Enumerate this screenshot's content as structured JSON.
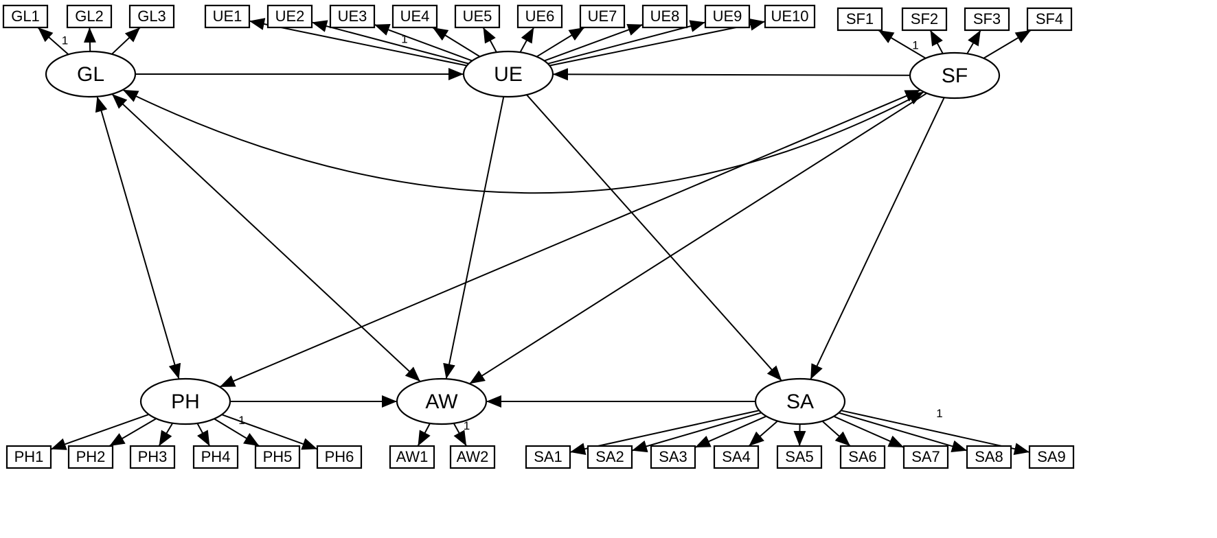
{
  "latents": [
    {
      "id": "GL",
      "label": "GL"
    },
    {
      "id": "UE",
      "label": "UE"
    },
    {
      "id": "SF",
      "label": "SF"
    },
    {
      "id": "PH",
      "label": "PH"
    },
    {
      "id": "AW",
      "label": "AW"
    },
    {
      "id": "SA",
      "label": "SA"
    }
  ],
  "indicators": [
    {
      "id": "GL1",
      "label": "GL1",
      "factor": "GL"
    },
    {
      "id": "GL2",
      "label": "GL2",
      "factor": "GL"
    },
    {
      "id": "GL3",
      "label": "GL3",
      "factor": "GL"
    },
    {
      "id": "UE1",
      "label": "UE1",
      "factor": "UE"
    },
    {
      "id": "UE2",
      "label": "UE2",
      "factor": "UE"
    },
    {
      "id": "UE3",
      "label": "UE3",
      "factor": "UE"
    },
    {
      "id": "UE4",
      "label": "UE4",
      "factor": "UE"
    },
    {
      "id": "UE5",
      "label": "UE5",
      "factor": "UE"
    },
    {
      "id": "UE6",
      "label": "UE6",
      "factor": "UE"
    },
    {
      "id": "UE7",
      "label": "UE7",
      "factor": "UE"
    },
    {
      "id": "UE8",
      "label": "UE8",
      "factor": "UE"
    },
    {
      "id": "UE9",
      "label": "UE9",
      "factor": "UE"
    },
    {
      "id": "UE10",
      "label": "UE10",
      "factor": "UE"
    },
    {
      "id": "SF1",
      "label": "SF1",
      "factor": "SF"
    },
    {
      "id": "SF2",
      "label": "SF2",
      "factor": "SF"
    },
    {
      "id": "SF3",
      "label": "SF3",
      "factor": "SF"
    },
    {
      "id": "SF4",
      "label": "SF4",
      "factor": "SF"
    },
    {
      "id": "PH1",
      "label": "PH1",
      "factor": "PH"
    },
    {
      "id": "PH2",
      "label": "PH2",
      "factor": "PH"
    },
    {
      "id": "PH3",
      "label": "PH3",
      "factor": "PH"
    },
    {
      "id": "PH4",
      "label": "PH4",
      "factor": "PH"
    },
    {
      "id": "PH5",
      "label": "PH5",
      "factor": "PH"
    },
    {
      "id": "PH6",
      "label": "PH6",
      "factor": "PH"
    },
    {
      "id": "AW1",
      "label": "AW1",
      "factor": "AW"
    },
    {
      "id": "AW2",
      "label": "AW2",
      "factor": "AW"
    },
    {
      "id": "SA1",
      "label": "SA1",
      "factor": "SA"
    },
    {
      "id": "SA2",
      "label": "SA2",
      "factor": "SA"
    },
    {
      "id": "SA3",
      "label": "SA3",
      "factor": "SA"
    },
    {
      "id": "SA4",
      "label": "SA4",
      "factor": "SA"
    },
    {
      "id": "SA5",
      "label": "SA5",
      "factor": "SA"
    },
    {
      "id": "SA6",
      "label": "SA6",
      "factor": "SA"
    },
    {
      "id": "SA7",
      "label": "SA7",
      "factor": "SA"
    },
    {
      "id": "SA8",
      "label": "SA8",
      "factor": "SA"
    },
    {
      "id": "SA9",
      "label": "SA9",
      "factor": "SA"
    }
  ],
  "fixed_loadings": [
    {
      "from": "GL",
      "to": "GL1",
      "label": "1"
    },
    {
      "from": "UE",
      "to": "UE2",
      "label": "1"
    },
    {
      "from": "SF",
      "to": "SF1",
      "label": "1"
    },
    {
      "from": "PH",
      "to": "PH6",
      "label": "1"
    },
    {
      "from": "AW",
      "to": "AW2",
      "label": "1"
    },
    {
      "from": "SA",
      "to": "SA9",
      "label": "1"
    }
  ],
  "structural_paths": [
    {
      "from": "GL",
      "to": "UE",
      "type": "directed"
    },
    {
      "from": "SF",
      "to": "UE",
      "type": "directed"
    },
    {
      "from": "UE",
      "to": "AW",
      "type": "directed"
    },
    {
      "from": "UE",
      "to": "SA",
      "type": "directed"
    },
    {
      "from": "SF",
      "to": "AW",
      "type": "directed"
    },
    {
      "from": "SF",
      "to": "SA",
      "type": "directed"
    },
    {
      "from": "PH",
      "to": "AW",
      "type": "directed"
    },
    {
      "from": "SA",
      "to": "AW",
      "type": "directed"
    },
    {
      "from": "GL",
      "to": "PH",
      "type": "covariance"
    },
    {
      "from": "GL",
      "to": "AW",
      "type": "covariance"
    },
    {
      "from": "GL",
      "to": "SF",
      "type": "covariance"
    },
    {
      "from": "PH",
      "to": "SF",
      "type": "covariance"
    }
  ]
}
